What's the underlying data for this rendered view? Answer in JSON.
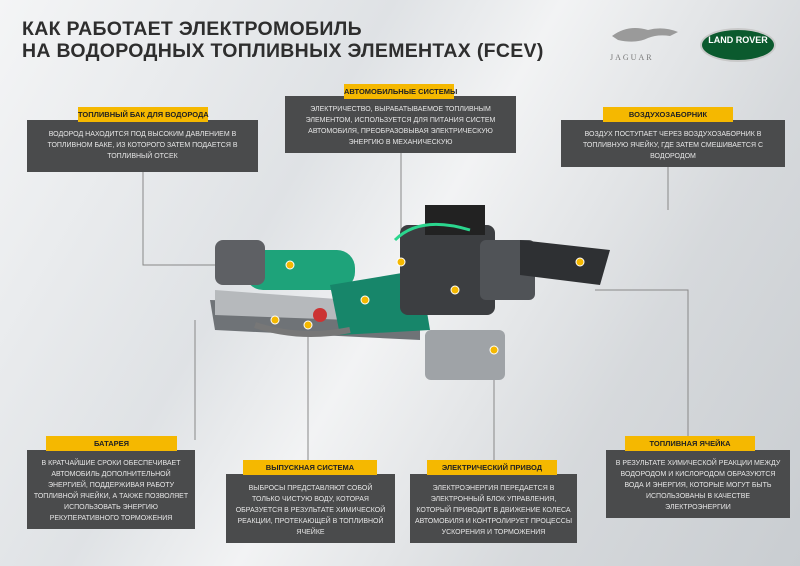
{
  "title": {
    "line1": "КАК РАБОТАЕТ ЭЛЕКТРОМОБИЛЬ",
    "line2": "НА ВОДОРОДНЫХ ТОПЛИВНЫХ ЭЛЕМЕНТАХ (FCEV)"
  },
  "logos": {
    "jaguar": "JAGUAR",
    "land_rover": "LAND ROVER"
  },
  "callouts": {
    "fuel_tank": {
      "label": "ТОПЛИВНЫЙ БАК ДЛЯ ВОДОРОДА",
      "text": "Водород находится под высоким давлением в топливном баке, из которого затем подается в топливный отсек"
    },
    "auto_systems": {
      "label": "АВТОМОБИЛЬНЫЕ СИСТЕМЫ",
      "text": "Электричество, вырабатываемое топливным элементом, используется для питания систем автомобиля, преобразовывая электрическую энергию в механическую"
    },
    "air_intake": {
      "label": "ВОЗДУХОЗАБОРНИК",
      "text": "Воздух поступает через воздухозаборник в топливную ячейку, где затем смешивается с водородом"
    },
    "battery": {
      "label": "БАТАРЕЯ",
      "text": "В кратчайшие сроки обеспечивает автомобиль дополнительной энергией, поддерживая работу топливной ячейки, а также позволяет использовать энергию рекуперативного торможения"
    },
    "exhaust": {
      "label": "ВЫПУСКНАЯ СИСТЕМА",
      "text": "Выбросы представляют собой только чистую воду, которая образуется в результате химической реакции, протекающей в топливной ячейке"
    },
    "electric_drive": {
      "label": "ЭЛЕКТРИЧЕСКИЙ ПРИВОД",
      "text": "Электроэнергия передается в электронный блок управления, который приводит в движение колеса автомобиля и контролирует процессы ускорения и торможения"
    },
    "fuel_cell": {
      "label": "ТОПЛИВНАЯ ЯЧЕЙКА",
      "text": "В результате химической реакции между водородом и кислородом образуются вода и энергия, которые могут быть использованы в качестве электроэнергии"
    }
  },
  "colors": {
    "label": "#f5b800",
    "box": "#4a4b4c",
    "green": "#1ea37a",
    "dot": "#f5b800"
  }
}
